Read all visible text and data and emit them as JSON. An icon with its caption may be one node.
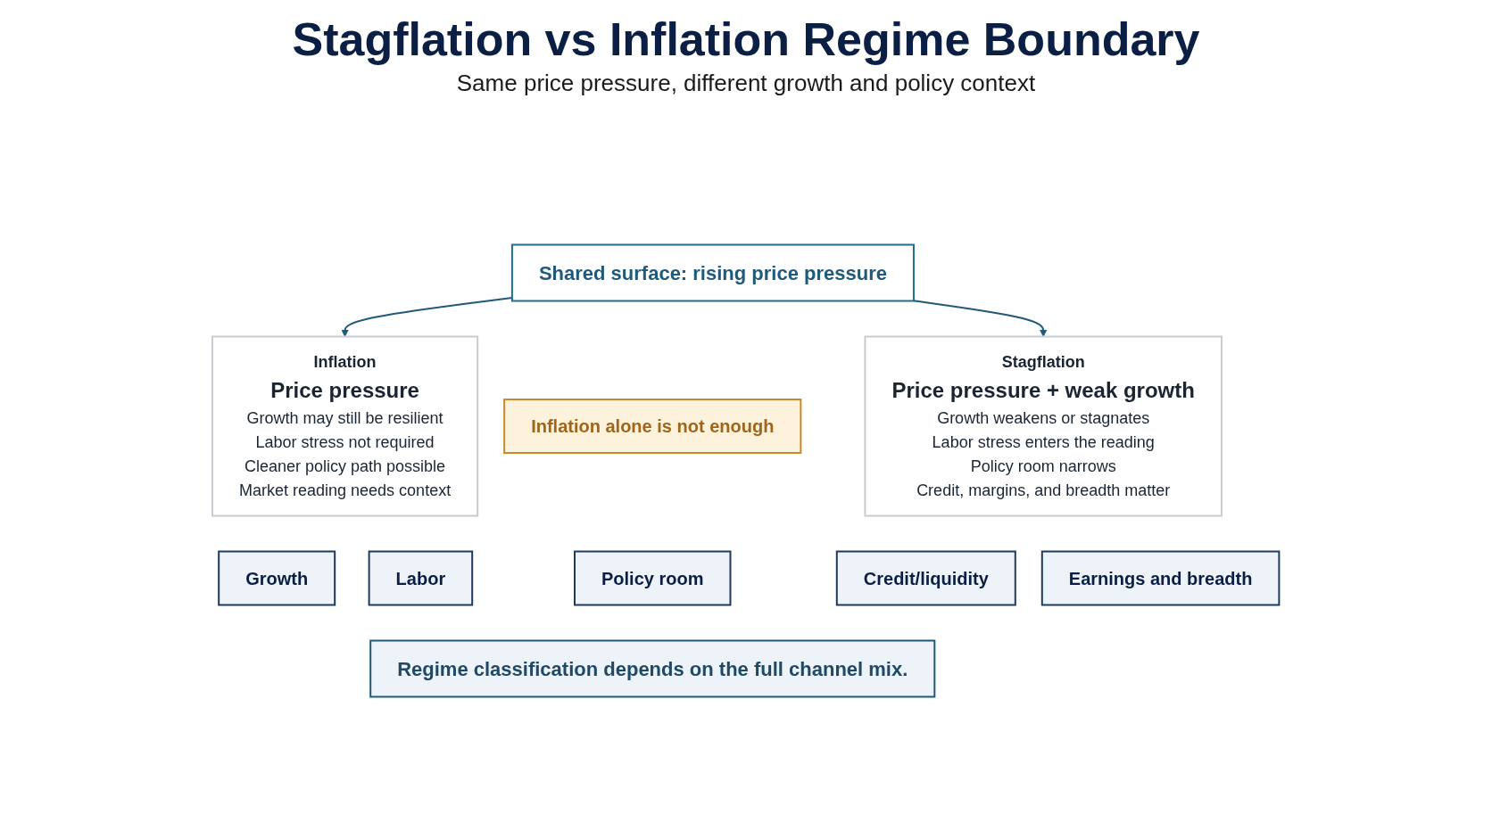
{
  "diagram": {
    "title": "Stagflation vs Inflation Regime Boundary",
    "nodes": [
      {
        "text": [
          "Shared surface: rising price pressure"
        ]
      },
      {
        "text": [
          "Inflation",
          "Price pressure",
          "Growth may still be resilient",
          "Labor stress not required",
          "Cleaner policy path possible",
          "Market reading needs context"
        ]
      },
      {
        "text": [
          "Inflation alone is not enough"
        ]
      },
      {
        "text": [
          "Stagflation",
          "Price pressure + weak growth",
          "Growth weakens or stagnates",
          "Labor stress enters the reading",
          "Policy room narrows",
          "Credit, margins, and breadth matter"
        ]
      },
      {
        "text": [
          "Growth"
        ]
      },
      {
        "text": [
          "Labor"
        ]
      },
      {
        "text": [
          "Policy room"
        ]
      },
      {
        "text": [
          "Credit/liquidity"
        ]
      },
      {
        "text": [
          "Earnings and breadth"
        ]
      },
      {
        "text": [
          "Regime classification depends on the full channel mix."
        ]
      }
    ],
    "edges": [
      {
        "from": 0,
        "to": 1,
        "arrow": "to"
      },
      {
        "from": 0,
        "to": 3,
        "arrow": "to"
      }
    ],
    "labels": [
      "Same price pressure, different growth and policy context"
    ]
  }
}
